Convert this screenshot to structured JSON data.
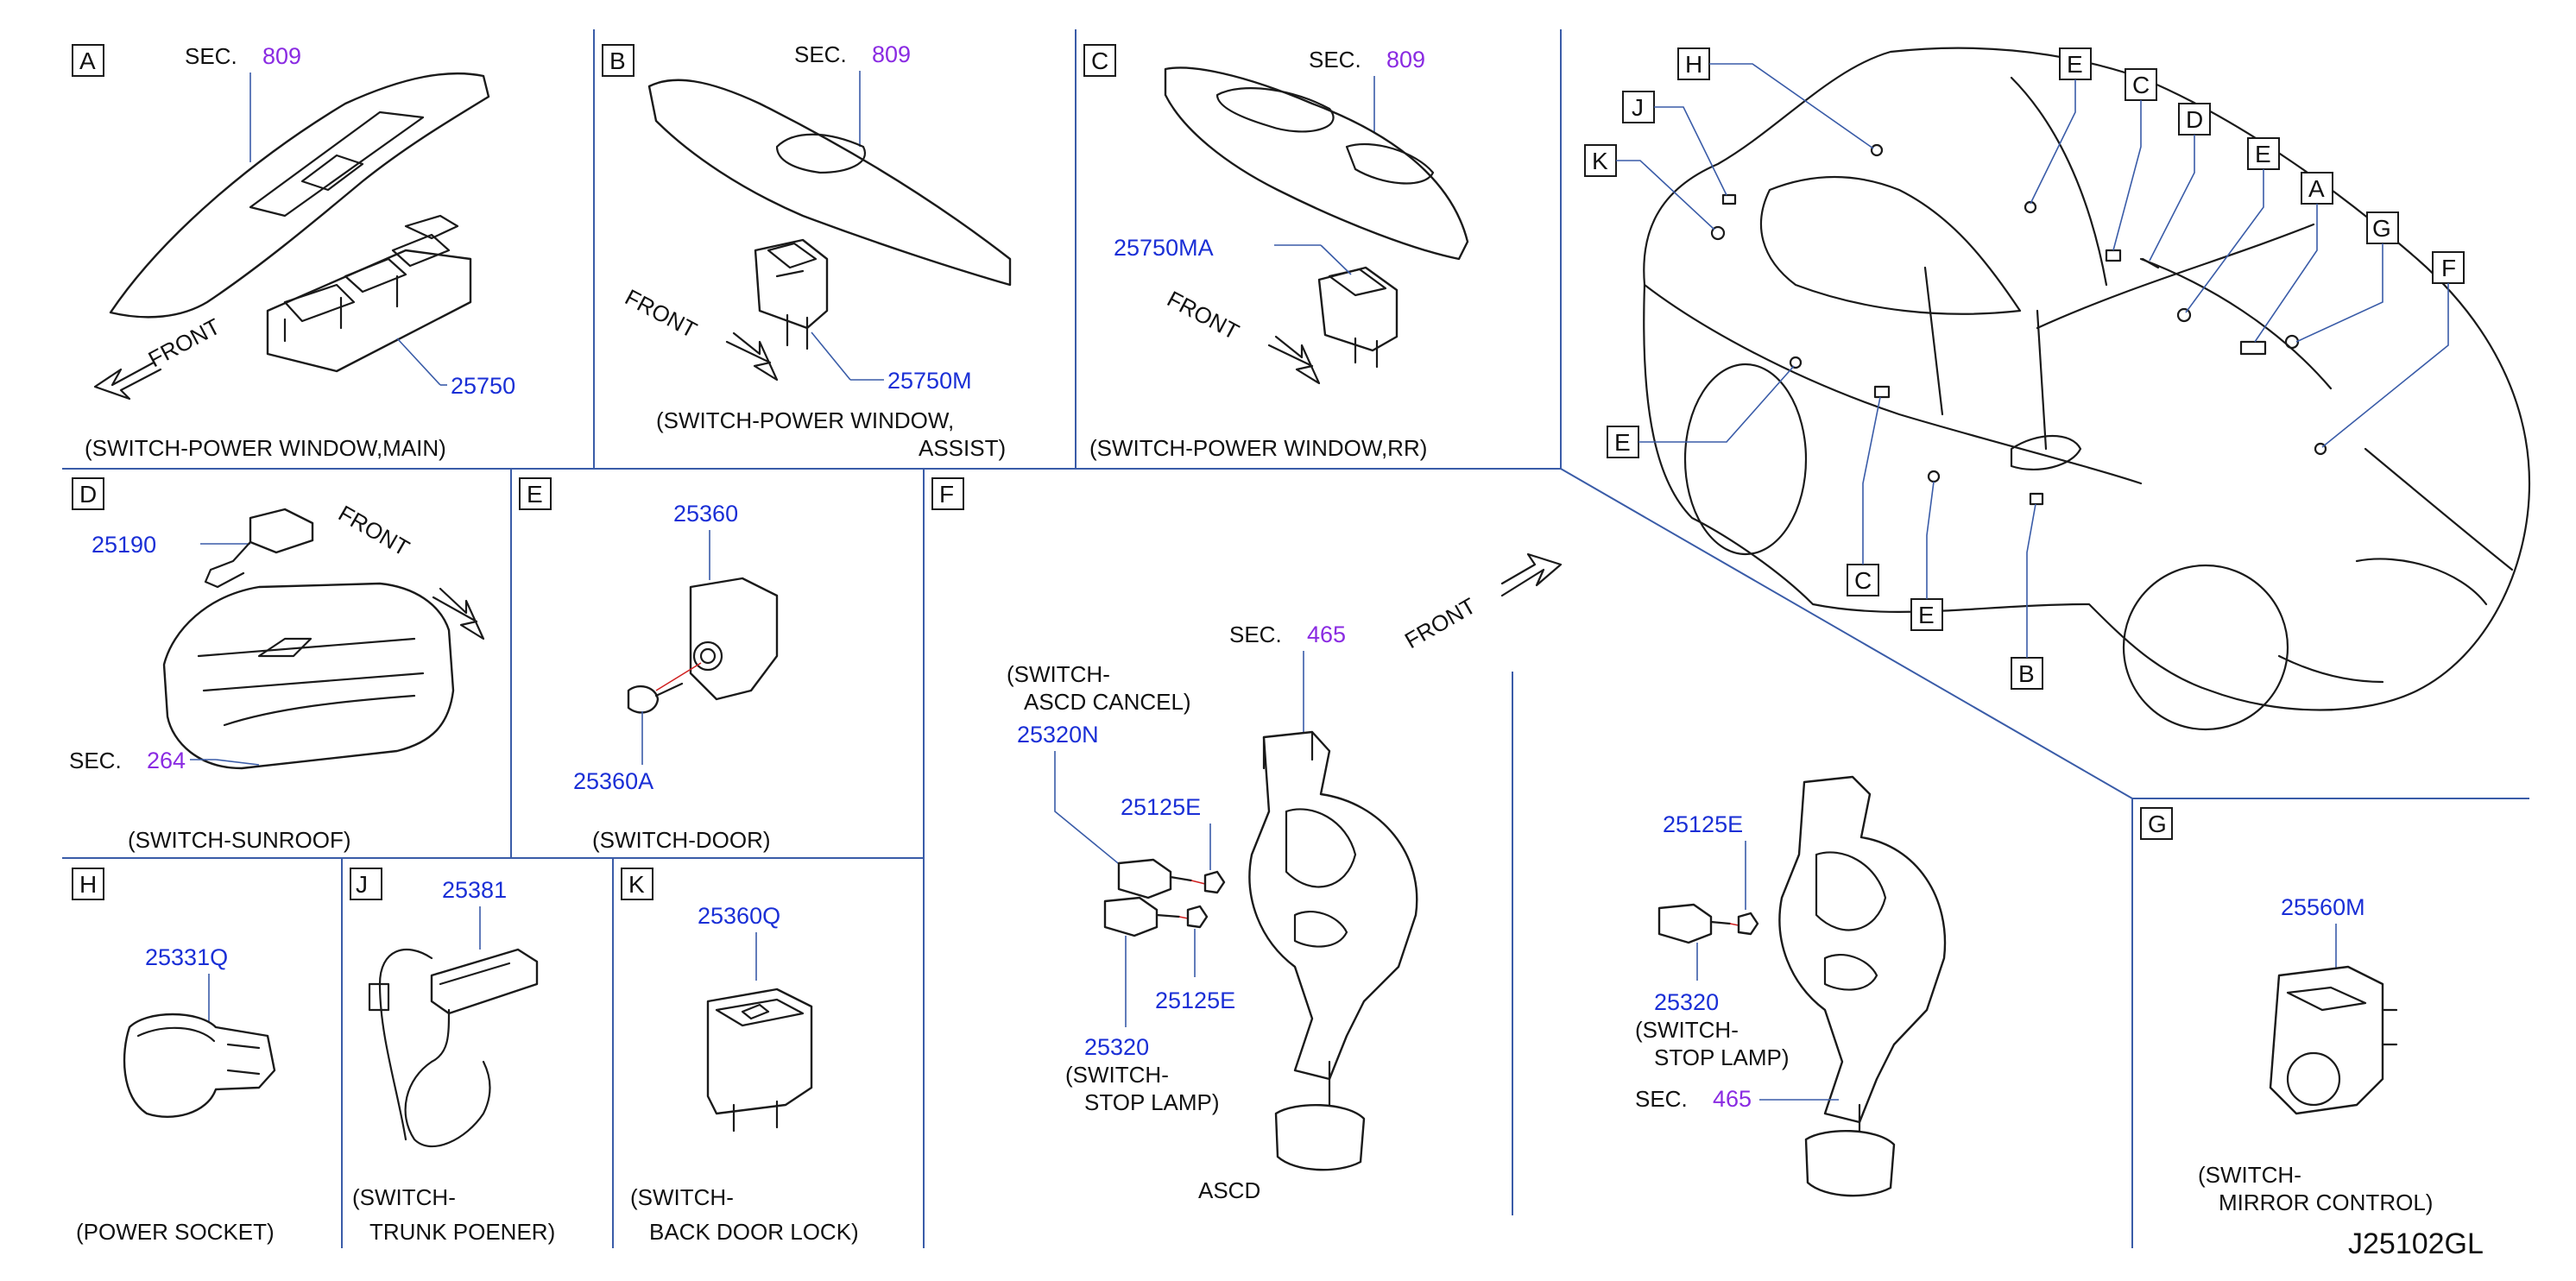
{
  "colors": {
    "divider": "#3a5ca8",
    "part_number": "#1a2fd6",
    "section_ref": "#8a2be2",
    "text": "#111111"
  },
  "diagram_id": "J25102GL",
  "panels": {
    "A": {
      "letter": "A",
      "sec": "SEC.",
      "sec_no": "809",
      "part": "25750",
      "front": "FRONT",
      "caption": "(SWITCH-POWER   WINDOW,MAIN)"
    },
    "B": {
      "letter": "B",
      "sec": "SEC.",
      "sec_no": "809",
      "part": "25750M",
      "front": "FRONT",
      "caption1": "(SWITCH-POWER   WINDOW,",
      "caption2": "ASSIST)"
    },
    "C": {
      "letter": "C",
      "sec": "SEC.",
      "sec_no": "809",
      "part": "25750MA",
      "front": "FRONT",
      "caption": "(SWITCH-POWER   WINDOW,RR)"
    },
    "D": {
      "letter": "D",
      "sec": "SEC.",
      "sec_no": "264",
      "part": "25190",
      "front": "FRONT",
      "caption": "(SWITCH-SUNROOF)"
    },
    "E": {
      "letter": "E",
      "part1": "25360",
      "part2": "25360A",
      "caption": "(SWITCH-DOOR)"
    },
    "F": {
      "letter": "F",
      "front": "FRONT",
      "sec": "SEC.",
      "sec_no": "465",
      "cancel1": "(SWITCH-",
      "cancel2": "ASCD   CANCEL)",
      "part_cancel": "25320N",
      "part_nut1": "25125E",
      "part_nut2": "25125E",
      "part_stop": "25320",
      "stop1": "(SWITCH-",
      "stop2": "STOP   LAMP)",
      "ascd": "ASCD",
      "r_part_nut": "25125E",
      "r_part_stop": "25320",
      "r_stop1": "(SWITCH-",
      "r_stop2": "STOP   LAMP)",
      "r_sec": "SEC.",
      "r_sec_no": "465"
    },
    "G": {
      "letter": "G",
      "part": "25560M",
      "caption1": "(SWITCH-",
      "caption2": "MIRROR   CONTROL)"
    },
    "H": {
      "letter": "H",
      "part": "25331Q",
      "caption": "(POWER   SOCKET)"
    },
    "J": {
      "letter": "J",
      "part": "25381",
      "caption1": "(SWITCH-",
      "caption2": "TRUNK   POENER)"
    },
    "K": {
      "letter": "K",
      "part": "25360Q",
      "caption1": "(SWITCH-",
      "caption2": "BACK   DOOR   LOCK)"
    }
  },
  "car_callouts": [
    "H",
    "J",
    "K",
    "E",
    "C",
    "D",
    "E",
    "A",
    "G",
    "F",
    "E",
    "C",
    "E",
    "B"
  ]
}
